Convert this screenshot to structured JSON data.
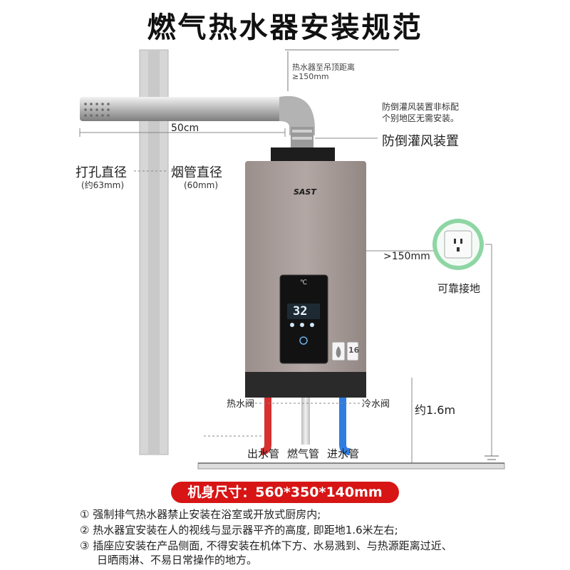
{
  "title": "燃气热水器安装规范",
  "top_clearance": {
    "line1": "热水器至吊顶距离",
    "line2": "≥150mm"
  },
  "anti_backdraft_note": {
    "line1": "防倒灌风装置非标配",
    "line2": "个别地区无需安装。"
  },
  "anti_backdraft_label": "防倒灌风装置",
  "pipe_length": "50cm",
  "hole_diameter": {
    "label": "打孔直径",
    "value": "(约63mm)"
  },
  "flue_diameter": {
    "label": "烟管直径",
    "value": "(60mm)"
  },
  "brand": "SAST",
  "display": {
    "unit": "℃",
    "temperature": "32",
    "capacity": "16"
  },
  "side_clearance": ">150mm",
  "socket_label": "可靠接地",
  "hot_valve": "热水阀",
  "cold_valve": "冷水阀",
  "height": "约1.6m",
  "pipes": {
    "outlet": "出水管",
    "gas": "燃气管",
    "inlet": "进水管"
  },
  "size_badge": "机身尺寸：560*350*140mm",
  "notes": [
    "① 强制排气热水器禁止安装在浴室或开放式厨房内;",
    "② 热水器宜安装在人的视线与显示器平齐的高度, 即距地1.6米左右;",
    "③ 插座应安装在产品侧面, 不得安装在机体下方、水易溅到、与热源距离过近、",
    "日晒雨淋、不易日常操作的地方。"
  ],
  "colors": {
    "heater_body": "#a99d9a",
    "hot_pipe": "#d63030",
    "cold_pipe": "#2f7de1",
    "badge": "#d71515",
    "socket_ring": "#8ed6a4"
  }
}
